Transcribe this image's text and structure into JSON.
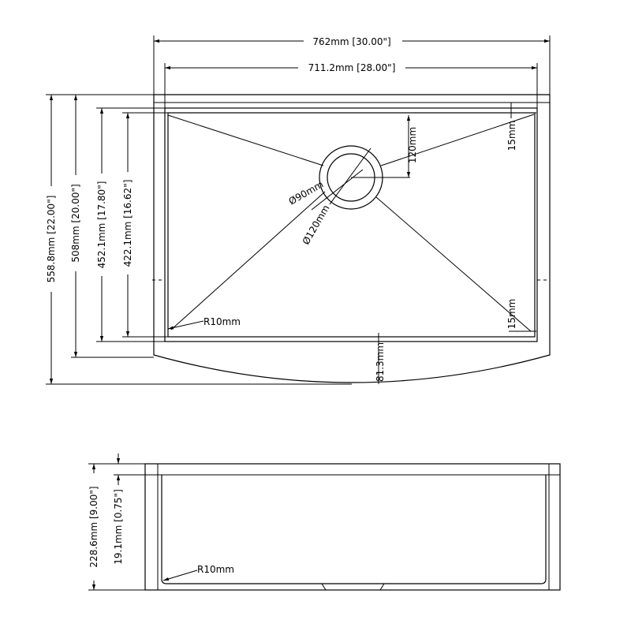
{
  "dimensions": {
    "overall_width": "762mm [30.00\"]",
    "inner_width": "711.2mm [28.00\"]",
    "overall_depth": "558.8mm [22.00\"]",
    "depth_508": "508mm [20.00\"]",
    "depth_452": "452.1mm [17.80\"]",
    "depth_422": "422.1mm [16.62\"]",
    "drain_offset": "120mm",
    "drain_diameter_inner": "Ø90mm",
    "drain_diameter_outer": "Ø120mm",
    "rim_top": "15mm",
    "rim_bottom": "15mm",
    "corner_radius_top": "R10mm",
    "apron_curve": "81.3mm",
    "height": "228.6mm [9.00\"]",
    "rim_thickness": "19.1mm [0.75\"]",
    "corner_radius_side": "R10mm"
  }
}
